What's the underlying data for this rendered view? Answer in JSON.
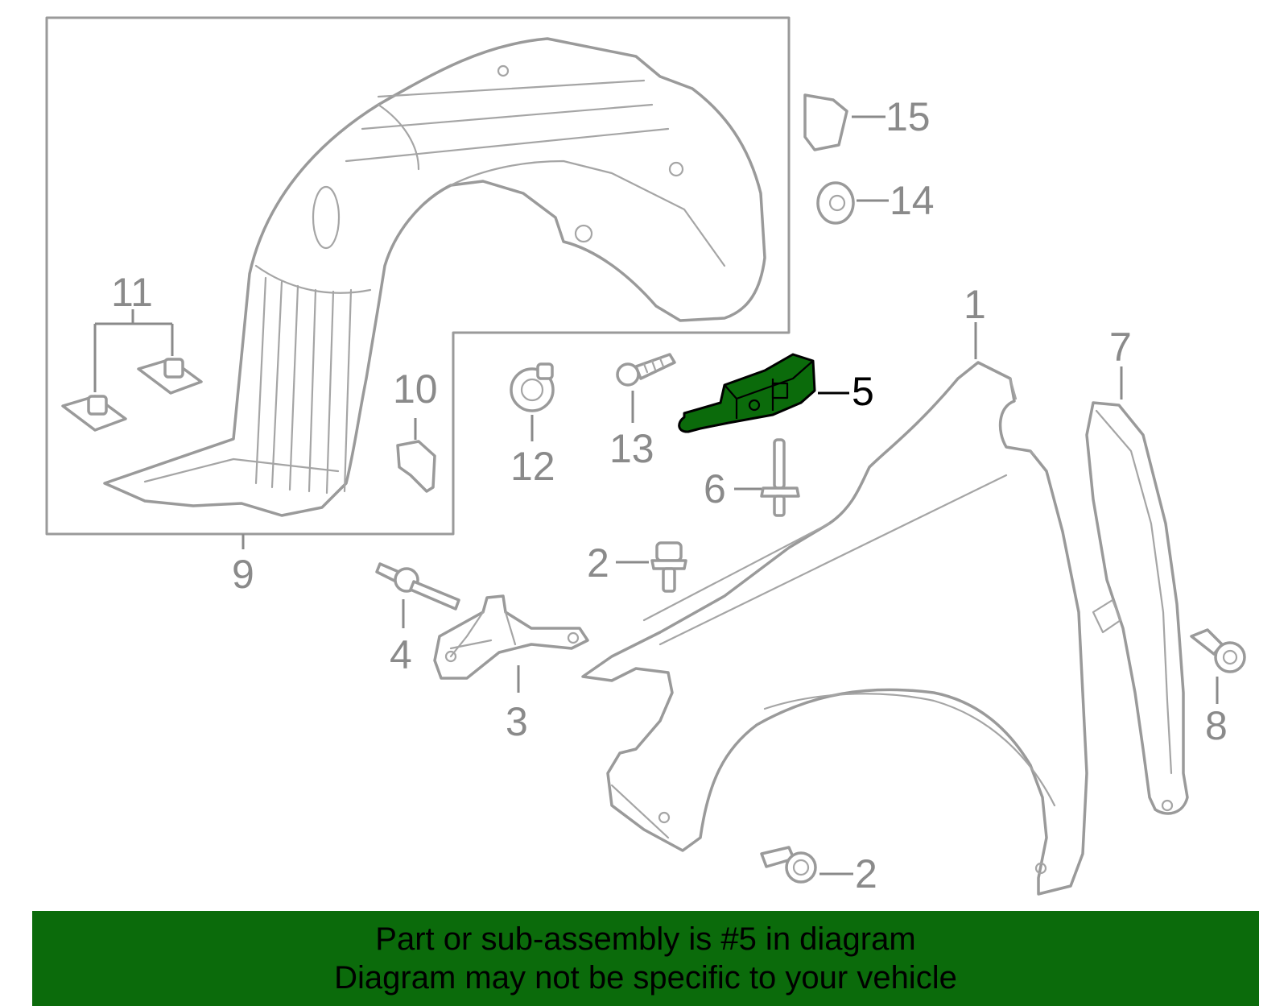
{
  "callouts": {
    "c1": "1",
    "c2a": "2",
    "c2b": "2",
    "c3": "3",
    "c4": "4",
    "c5": "5",
    "c6": "6",
    "c7": "7",
    "c8": "8",
    "c9": "9",
    "c10": "10",
    "c11": "11",
    "c12": "12",
    "c13": "13",
    "c14": "14",
    "c15": "15"
  },
  "highlighted_part": "5",
  "banner": {
    "line1": "Part or sub-assembly is #5 in diagram",
    "line2": "Diagram may not be specific to your vehicle"
  },
  "colors": {
    "highlight": "#0b6b0b",
    "banner": "#0b6b0b",
    "line_art": "#9a9a9a",
    "callout_text": "#8a8a8a",
    "selected_text": "#000000"
  }
}
